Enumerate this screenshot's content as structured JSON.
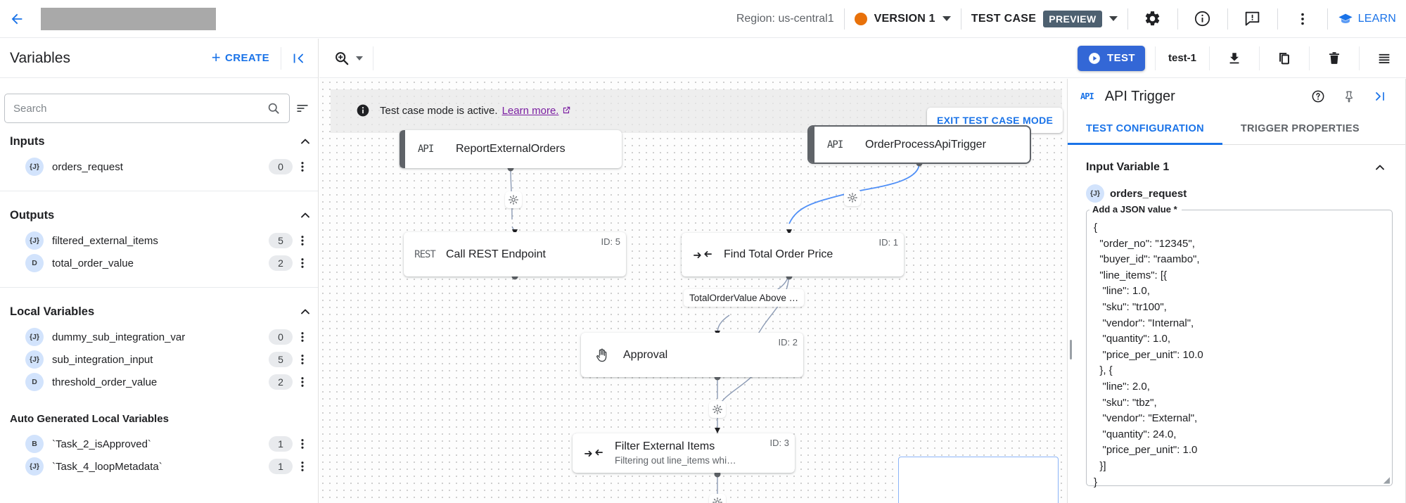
{
  "topbar": {
    "back_icon": "arrow-left-icon",
    "title_redacted": "",
    "region": "Region: us-central1",
    "version_label": "VERSION 1",
    "version_dot_color": "#e8710a",
    "testcase_label": "TEST CASE",
    "preview_badge": "PREVIEW",
    "icons": [
      "gear-icon",
      "info-icon",
      "feedback-icon",
      "more-vert-icon"
    ],
    "learn_label": "LEARN"
  },
  "left_panel": {
    "title": "Variables",
    "create_label": "CREATE",
    "collapse_icon": "collapse-left-icon",
    "search_placeholder": "Search",
    "search_value": "",
    "filter_icon": "filter-list-icon",
    "sections": [
      {
        "title": "Inputs",
        "items": [
          {
            "type": "{J}",
            "name": "orders_request",
            "count": "0"
          }
        ]
      },
      {
        "title": "Outputs",
        "items": [
          {
            "type": "{J}",
            "name": "filtered_external_items",
            "count": "5"
          },
          {
            "type": "D",
            "name": "total_order_value",
            "count": "2"
          }
        ]
      },
      {
        "title": "Local Variables",
        "items": [
          {
            "type": "{J}",
            "name": "dummy_sub_integration_var",
            "count": "0"
          },
          {
            "type": "{J}",
            "name": "sub_integration_input",
            "count": "5"
          },
          {
            "type": "D",
            "name": "threshold_order_value",
            "count": "2"
          }
        ]
      },
      {
        "title": "Auto Generated Local Variables",
        "items": [
          {
            "type": "B",
            "name": "`Task_2_isApproved`",
            "count": "1"
          },
          {
            "type": "{J}",
            "name": "`Task_4_loopMetadata`",
            "count": "1"
          }
        ]
      }
    ]
  },
  "canvas_toolbar": {
    "zoom_icon": "zoom-in-icon",
    "test_button": "TEST",
    "testcase_name": "test-1",
    "icons": [
      "download-icon",
      "duplicate-icon",
      "delete-icon",
      "list-icon"
    ]
  },
  "canvas": {
    "banner_text": "Test case mode is active.",
    "banner_link": "Learn more.",
    "exit_button": "EXIT TEST CASE MODE",
    "nodes": [
      {
        "kind": "trigger",
        "tag": "API",
        "title": "ReportExternalOrders"
      },
      {
        "kind": "trigger",
        "tag": "API",
        "title": "OrderProcessApiTrigger",
        "selected": true
      },
      {
        "kind": "task",
        "tag": "REST",
        "title": "Call REST Endpoint",
        "id": "ID: 5"
      },
      {
        "kind": "task",
        "icon": "mapping-icon",
        "title": "Find Total Order Price",
        "id": "ID: 1"
      },
      {
        "kind": "task",
        "icon": "approval-hand-icon",
        "title": "Approval",
        "id": "ID: 2"
      },
      {
        "kind": "task",
        "icon": "mapping-icon",
        "title": "Filter External Items",
        "subtitle": "Filtering out line_items whi…",
        "id": "ID: 3"
      }
    ],
    "edge_label": "TotalOrderValue Above …"
  },
  "right_panel": {
    "tag": "API",
    "title": "API Trigger",
    "icons": [
      "help-icon",
      "pin-icon",
      "collapse-right-icon"
    ],
    "tabs": [
      {
        "label": "TEST CONFIGURATION",
        "active": true
      },
      {
        "label": "TRIGGER PROPERTIES",
        "active": false
      }
    ],
    "input_variable_title": "Input Variable 1",
    "variable_type": "{J}",
    "variable_name": "orders_request",
    "json_legend": "Add a JSON value *",
    "json_value": "{\n  \"order_no\": \"12345\",\n  \"buyer_id\": \"raambo\",\n  \"line_items\": [{\n   \"line\": 1.0,\n   \"sku\": \"tr100\",\n   \"vendor\": \"Internal\",\n   \"quantity\": 1.0,\n   \"price_per_unit\": 10.0\n  }, {\n   \"line\": 2.0,\n   \"sku\": \"tbz\",\n   \"vendor\": \"External\",\n   \"quantity\": 24.0,\n   \"price_per_unit\": 1.0\n  }]\n}"
  }
}
